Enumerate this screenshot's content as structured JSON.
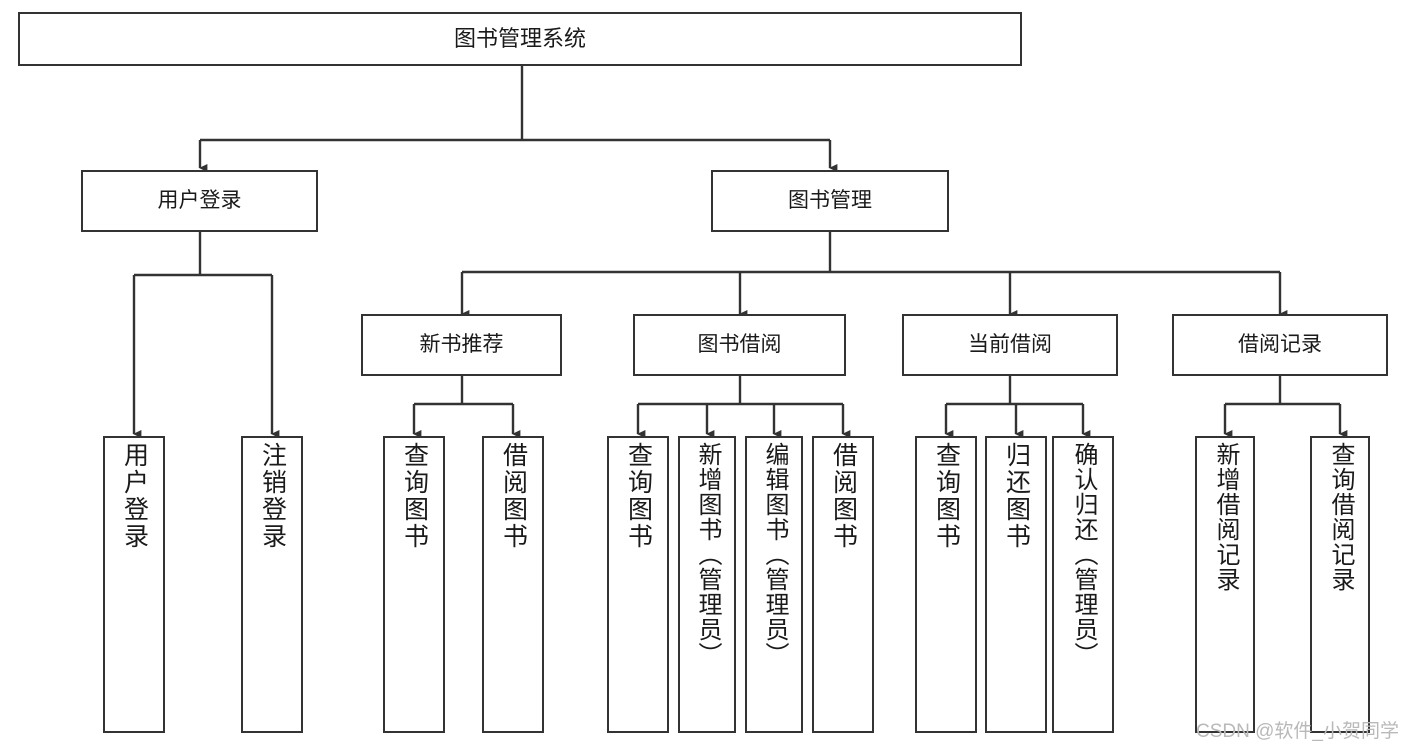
{
  "diagram": {
    "title": "图书管理系统",
    "type": "tree-hierarchy-diagram",
    "colors": {
      "box_border": "#333333",
      "box_fill": "#ffffff",
      "edge": "#333333",
      "text": "#1a1a1a",
      "watermark": "#b9b9b9"
    },
    "root": {
      "label": "图书管理系统"
    },
    "level2": [
      {
        "label": "用户登录"
      },
      {
        "label": "图书管理"
      }
    ],
    "level3": [
      {
        "label": "新书推荐"
      },
      {
        "label": "图书借阅"
      },
      {
        "label": "当前借阅"
      },
      {
        "label": "借阅记录"
      }
    ],
    "leaves": {
      "user_login": [
        {
          "label": "用户登录"
        },
        {
          "label": "注销登录"
        }
      ],
      "new_book_recommend": [
        {
          "label": "查询图书"
        },
        {
          "label": "借阅图书"
        }
      ],
      "book_borrow": [
        {
          "label": "查询图书"
        },
        {
          "label": "新增图书（管理员）"
        },
        {
          "label": "编辑图书（管理员）"
        },
        {
          "label": "借阅图书"
        }
      ],
      "current_borrow": [
        {
          "label": "查询图书"
        },
        {
          "label": "归还图书"
        },
        {
          "label": "确认归还（管理员）"
        }
      ],
      "borrow_record": [
        {
          "label": "新增借阅记录"
        },
        {
          "label": "查询借阅记录"
        }
      ]
    },
    "watermark": "CSDN @软件_小贺同学"
  }
}
